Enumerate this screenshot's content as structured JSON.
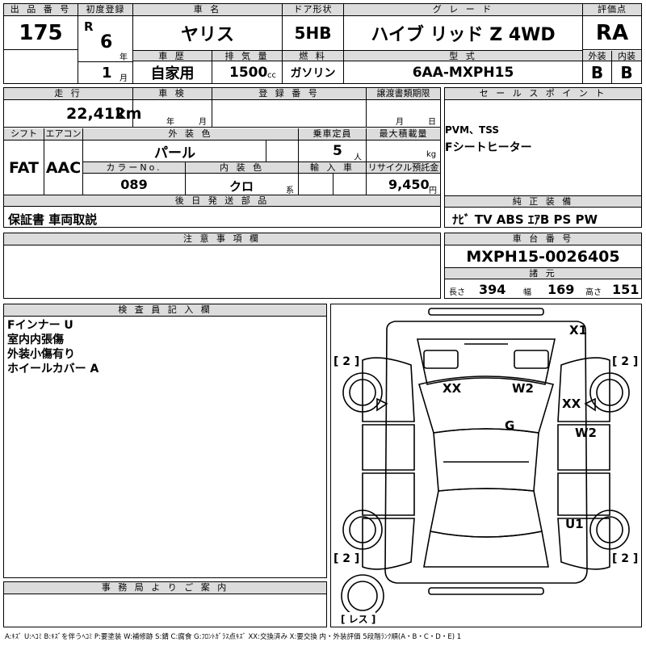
{
  "header": {
    "lot_label": "出 品 番 号",
    "lot_no": "175",
    "first_reg_label": "初度登録",
    "era": "R",
    "reg_year": "6",
    "year_unit": "年",
    "reg_month": "1",
    "month_unit": "月",
    "name_label": "車 名",
    "name": "ヤリス",
    "door_label": "ドア形状",
    "door": "5HB",
    "grade_label": "グ レ ー ド",
    "grade": "ハイブ リッド Z 4WD",
    "score_label": "評価点",
    "score": "RA",
    "history_label": "車 歴",
    "history": "自家用",
    "displacement_label": "排 気 量",
    "displacement": "1500",
    "displacement_unit": "cc",
    "fuel_label": "燃 料",
    "fuel": "ガソリン",
    "model_label": "型 式",
    "model": "6AA-MXPH15",
    "ext_label": "外装",
    "ext": "B",
    "int_label": "内装",
    "int": "B"
  },
  "middle": {
    "mileage_label": "走 行",
    "mileage": "22,412",
    "mileage_unit": "km",
    "inspection_label": "車 検",
    "insp_year_unit": "年",
    "insp_month_unit": "月",
    "regno_label": "登 録 番 号",
    "transfer_label": "譲渡書類期限",
    "transfer_month_unit": "月",
    "transfer_day_unit": "日",
    "shift_label": "シフト",
    "shift": "FAT",
    "aircon_label": "エアコン",
    "aircon": "AAC",
    "color_label": "外 装 色",
    "color": "パール",
    "capacity_label": "乗車定員",
    "capacity": "5",
    "capacity_unit": "人",
    "load_label": "最大積載量",
    "load_unit": "kg",
    "colorno_label": "カラーNo.",
    "colorno": "089",
    "intcolor_label": "内 装 色",
    "intcolor": "クロ",
    "intcolor_unit": "系",
    "import_label": "輸 入 車",
    "recycle_label": "リサイクル預託金",
    "recycle": "9,450",
    "recycle_unit": "円",
    "later_label": "後 日 発 送 部 品",
    "later": "保証書 車両取説"
  },
  "sales": {
    "label": "セ ー ル ス ポ イ ン ト",
    "lines": [
      "PVM、TSS",
      "Fシートヒーター"
    ]
  },
  "equipment": {
    "label": "純 正 装 備",
    "value": "ﾅﾋﾞ TV ABS ｴｱB PS PW"
  },
  "notes": {
    "label": "注 意 事 項 欄"
  },
  "chassis": {
    "label": "車 台 番 号",
    "value": "MXPH15-0026405"
  },
  "dims": {
    "label": "諸 元",
    "length_label": "長さ",
    "length": "394",
    "width_label": "幅",
    "width": "169",
    "height_label": "高さ",
    "height": "151"
  },
  "inspector": {
    "label": "検 査 員 記 入 欄",
    "lines": [
      "Fインナー U",
      "室内内張傷",
      "外装小傷有り",
      "ホイールカバー A"
    ]
  },
  "office": {
    "label": "事 務 局 よ り ご 案 内"
  },
  "diagram": {
    "marks": [
      "X1",
      "XX",
      "W2",
      "XX",
      "W2",
      "G",
      "U1"
    ],
    "tire_labels": [
      "[ 2 ]",
      "[ 2 ]",
      "[ 2 ]",
      "[ 2 ]"
    ],
    "spare_label": "[ レス ]"
  },
  "legend": "A:ｷｽﾞ U:ﾍｺﾐ B:ｷｽﾞを伴うﾍｺﾐ P:要塗装 W:補修跡 S:錆 C:腐食 G:ﾌﾛﾝﾄｶﾞﾗｽ点ｷｽﾞ XX:交換済み X:要交換 内・外装評価 5段階ﾗﾝｸ順(A・B・C・D・E) 1",
  "colors": {
    "header_bg": "#dcdcdc",
    "line": "#000000"
  }
}
